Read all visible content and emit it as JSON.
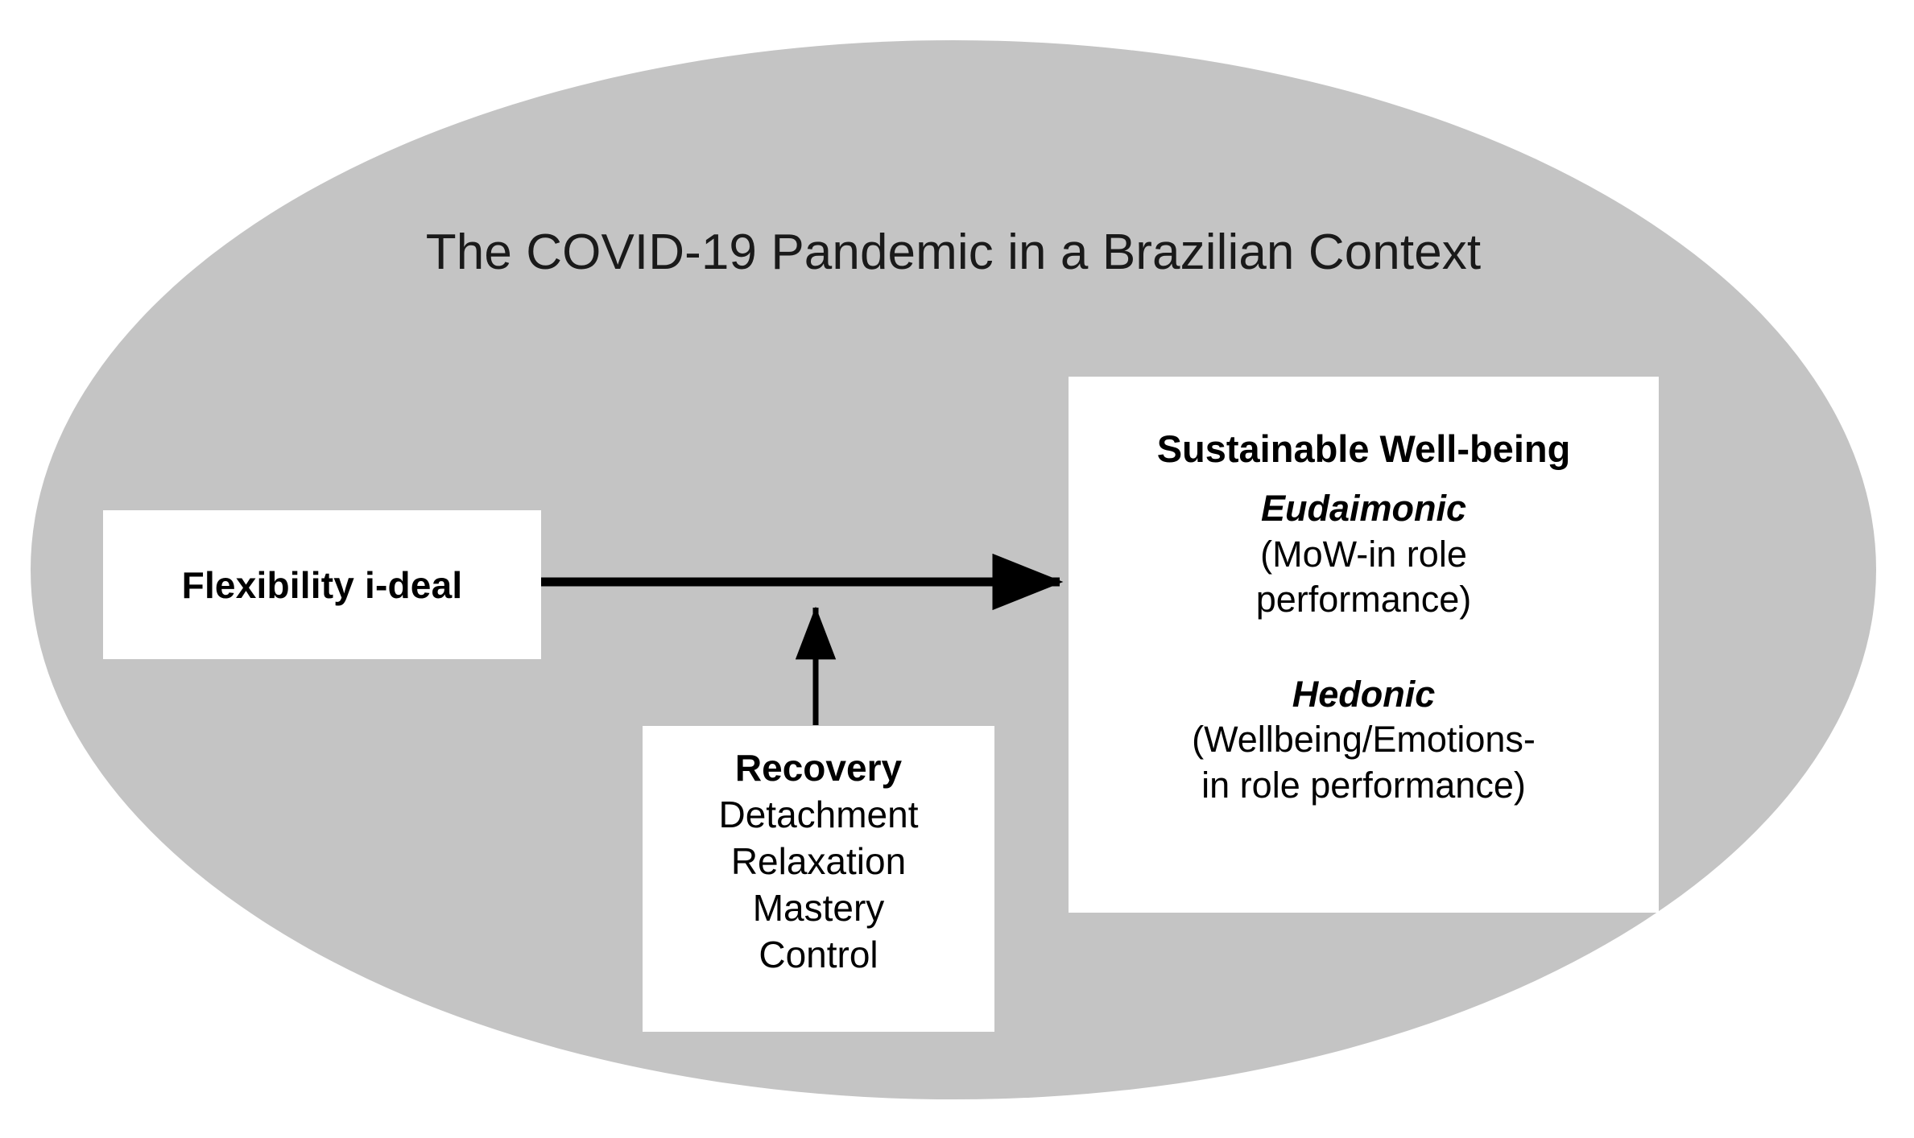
{
  "figure": {
    "context": {
      "label": "The COVID-19 Pandemic in a Brazilian Context",
      "shape": "ellipse",
      "fill_color": "#c4c4c4"
    },
    "boxes": [
      {
        "id": "flexibility",
        "title": "Flexibility i-deal",
        "lines": []
      },
      {
        "id": "recovery",
        "title": "Recovery",
        "lines": [
          "Detachment",
          "Relaxation",
          "Mastery",
          "Control"
        ]
      },
      {
        "id": "wellbeing",
        "title": "Sustainable Well-being",
        "groups": [
          {
            "heading": "Eudaimonic",
            "body_line_1": "(MoW-in role",
            "body_line_2": "performance)"
          },
          {
            "heading": "Hedonic",
            "body_line_1": "(Wellbeing/Emotions-",
            "body_line_2": "in role performance)"
          }
        ]
      }
    ],
    "arrows": [
      {
        "id": "flexibility-to-wellbeing",
        "from": "flexibility",
        "to": "wellbeing",
        "direction": "horizontal-right",
        "color": "#000000"
      },
      {
        "id": "recovery-to-path",
        "from": "recovery",
        "to": "flexibility-to-wellbeing",
        "direction": "vertical-up",
        "color": "#000000"
      }
    ]
  }
}
